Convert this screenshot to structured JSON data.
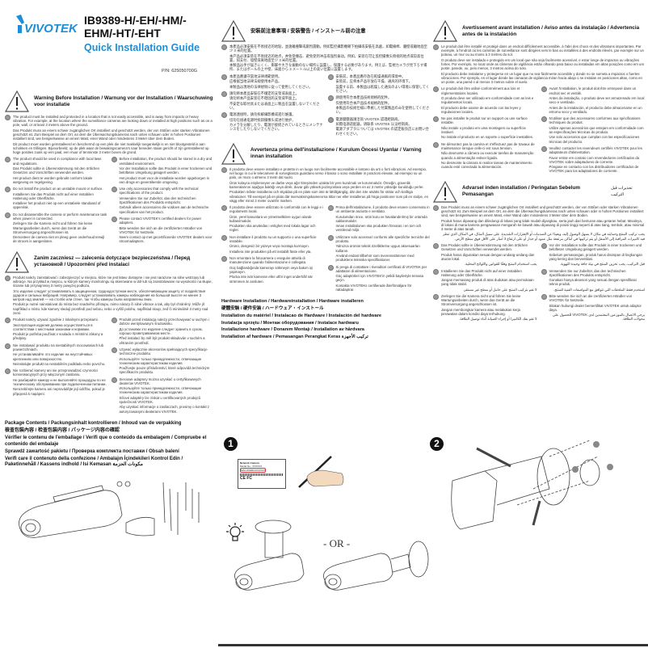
{
  "header": {
    "brand": "VIVOTEK",
    "model": "IB9389-H/-EH/-HM/-EHM/-HT/-EHT",
    "guide_title": "Quick Installation Guide",
    "part_number": "P/N: 625050700G"
  },
  "sections": [
    {
      "heading": "Warning Before Installation / Warnung vor der Installation / Waarschuwing voor installatie",
      "full": [
        [
          "The product must be installed and protected in a location that is not easily accessible, and is away from impacts or heavy vibration. For example, at the location where the surveillance cameras are looking down or installed at high positions such as on a pole, wall, or at least 3 meters above the ground.",
          "Das Produkt muss an einem schwer zugänglichen Ort installiert und geschützt werden, der von Stößen oder starken Vibrationen geschützt ist. Zum Beispiel an dem Ort, an dem die Überwachungskameras nach unten schauen oder in hohen Positionen installiert sind, wie beispielsweise an einem Mast, einer Wand oder mindestens 3 Meter über dem Boden.",
          "Dit product moet worden geïnstalleerd en beschermd op een plek die niet makkelijk toegankelijk is en niet blootgesteld is aan schokken en trillingen. Bijvoorbeeld, op de plek waar de bewakingscamera's naar beneden staan gericht of zijn geïnstalleerd op hoge posities zoals op een paal, een muur of tenminste 3 meter boven de grond."
        ]
      ],
      "left": [
        [
          "The product should be used in compliance with local laws and regulations.",
          "Das Produkt sollte in Übereinstimmung mit den örtlichen Gesetzen und Vorschriften verwendet werden.",
          "Het product dient te worden gebruikt conform lokale wetgeving en regelgeving."
        ],
        [
          "Do not install the product on an unstable mount or surface.",
          "Installieren Sie das Produkt nicht auf einer instabilen Halterung oder Oberfläche.",
          "Installeer het product niet op een onstabiele standaard of oppervlak."
        ],
        [
          "Do not disassemble the camera or perform maintenance task when power is connected.",
          "Zerlegen Sie die Kamera nicht und führen Sie keine Wartungsarbeiten durch, wenn das Gerät an die Stromversorgung angeschlossen ist.",
          "Demonteer de camera niet en pleeg geen onderhoud terwijl de stroom is aangesloten."
        ]
      ],
      "right": [
        [
          "Before installation, the product should be stored in a dry and ventilated environment.",
          "Vor der Installation sollte das Produkt in einer trockenen und belüfteten Umgebung gelagert werden.",
          "Het product moet voor de installatie worden opgeborgen in een droge en geventileerde omgeving."
        ],
        [
          "Use only accessories that comply with the technical specifications of the product.",
          "Verwenden Sie nur Zubehör, das den technischen Spezifikationen des Produkts entspricht.",
          "Gebruik alleen accessoires die voldoen aan de technische specificaties van het product."
        ],
        [
          "Please contact VIVOTEK's certified dealers for power adapters.",
          "Bitte wenden Sie sich an die zertifizierten Händler von VIVOTEK für Netzteile.",
          "Neem contact op met gecertificeerde VIVOTEK dealers voor stroomadapters."
        ]
      ]
    },
    {
      "heading": "Zanim zaczniesz — zalecenia dotyczące bezpieczeństwa / Перед установкой / Upozornění před instalací",
      "full": [
        [
          "Produkt należy zainstalować i zabezpieczyć w miejscu, które nie jest łatwo dostępne i nie jest narażone na silne wstrząsy lub wibracje. Na przykład w miejscu, w którym kamery monitoringu są skierowane w dół lub są zainstalowane na wysokości na słupie, ścianie lub przynajmniej 3 metry powyżej podłoża.",
          "Это изделие следует устанавливать в защищенном, труднодоступном месте, обеспечивающем защиту от воздействия ударов и сильных вибраций. Например, следует устанавливать камеры наблюдения на большой высоте не менее 3 метров над землей — на столбе или стене, так чтобы камеры были направлены вниз.",
          "Produkt je nutné nainstalovat do místa bez snadného přístupu, mimo nárazy či silné vibrace a tak, aby byl chráněný. Může jít například o místo, kde kamery sledují prostředí pod sebou, nebo o vyšší polohu, například sloup, zeď či minimálně 3 metry nad zemí."
        ]
      ],
      "left": [
        [
          "Produkt należy używać zgodnie z lokalnymi przepisami.",
          "Эксплуатация изделия должна осуществляться в соответствии с местными законами и нормами.",
          "Produkt je potřeba používat v souladu s místními zákony a předpisy."
        ],
        [
          "Nie instalować produktu na niestabilnych mocowaniach lub powierzchniach.",
          "Не устанавливайте это изделие на неустойчивых креплениях или поверхностях.",
          "Neinstalujte produkt na nestabilním podkladu nebo povrchu."
        ],
        [
          "Nie rozbierać kamery ani nie przeprowadzać czynności konserwacyjnych przy włączonym zasilaniu.",
          "Не разбирайте камеру и не выполняйте процедуры по ее техническому обслуживанию при подключенном питании.",
          "Nerozebírejte kameru ani neprovádějte její údržbu, pokud je připojená k napájení."
        ]
      ],
      "right": [
        [
          "Produkt przed instalacją należy przechowywać w suchym i dobrze wentylowanym środowisku.",
          "До установки это изделие следует хранить в сухом, хорошо проветриваемом месте.",
          "Před instalací by měl být produkt skladován v suchém a větraném prostředí."
        ],
        [
          "Używać wyłącznie akcesoriów spełniających specyfikacje techniczne produktu.",
          "Используйте только принадлежности, отвечающие техническим характеристикам изделия.",
          "Používejte pouze příslušenství, které odpovídá technickým specifikacím produktu."
        ],
        [
          "Sieciowe adaptery można uzyskać u certyfikowanych dealerów VIVOTEK.",
          "Используйте только принадлежности, отвечающие техническим характеристикам изделия.",
          "Síťové adaptéry lze získat u certifikovaných prodejců společnosti VIVOTEK.",
          "Aby uzyskać informacje o zasilaczach, prosimy o kontakt z autoryzowanymi dealerami VIVOTEK."
        ]
      ]
    },
    {
      "heading": "安裝前注意事項 / 安装警告 / インストール前の注意",
      "full": [
        [
          "本產品必須安裝在不易接近的地點，並遠離撞擊或劇烈震動。例如監控攝影機朝下拍攝或安裝在高處，如電線桿、牆壁或離地面至少 3 米的位置。",
          "本产品必须安装在不易接近的地点，并免受撞击、避免受到冲击或强烈振动。例如，安装在可让监控摄像头俯视的地点或较高位置，如支柱、墙壁或离地面至少 3 米的位置。",
          "本製品は手が届きにくく、衝撃や大きな振動のない場所に設置し、保護する必要があります。例えば、監視カメラが見下ろす場所、またはポールの上や壁、床面から 3 メートル以上の高い位置に設置します。"
        ]
      ],
      "left": [
        [
          "本產品應遵守當地法律規範使用。",
          "应根据当地法律法规使用本产品。",
          "本製品は現地の法律規制に従って使用してください。"
        ],
        [
          "請勿將本產品安裝在不穩定的支架或表面上。",
          "请勿将本产品安装在不稳固的支架或平面上。",
          "不安定な取付具または表面上に製品を設置しないでください。"
        ],
        [
          "電源連接時，請勿拆解攝影機或進行維護。",
          "切勿在接通电源时拆卸摄像头或进行维护。",
          "カメラを分解したり、電源が接続されているときにメンテナンスをしたりしないでください。"
        ]
      ],
      "right": [
        [
          "安裝前，本產品應存放在乾燥通風的環境中。",
          "安装前，应将本产品存放在干燥、通风的环境下。",
          "設置する前、本製品は乾燥した通気のよい環境に保管してください。"
        ],
        [
          "請使用符合本產品技術規格的配件。",
          "仅使用符合本产品技术规格的配件。",
          "本製品の技術仕様に準拠した付属製品のみを使用してください。"
        ],
        [
          "電源變壓器請洽詢 VIVOTEK 認證經銷商。",
          "如需电源适配器，请联系 VIVOTEK 认证经销商。",
          "電源アダプタについては VIVOTEK の認定販売店にお問い合わせください。"
        ]
      ]
    },
    {
      "heading": "Avvertenza prima dell'installazione / Kurulum Öncesi Uyarılar / Varning innan installation",
      "full": [
        [
          "Il prodotto deve essere installato e protetto in un luogo non facilmente accessibile e lontano da urti o forti vibrazioni. Ad esempio, nel luogo in cui le telecamere di sorveglianza guardano verso il basso o sono installate in posizioni elevate, ad esempio su un palo, un muro o almeno 3 metri dal suolo.",
          "Ürün kolayca erişilemeyen ve darbe veya ağır titreşimden uzakta bir yere kurulmalı ve korunmalıdır. Örneğin, güvenlik kameralarının aşağıya baktığı veya direk, duvar gibi yüksek pozisyonlara veya yerden en az 3 metre yükseğe kurulduğu yerler.",
          "Produkten måste installeras och skyddas på en plats som inte är lättillgänglig, där den inte utsätts för stötar och kraftiga vibrationer. Till exempel på en plats där övervakningskamerorna tittar ner eller installeras på höga positioner som på en stolpe, en vägg eller minst 3 meter ovanför marken."
        ]
      ],
      "left": [
        [
          "Il prodotto deve essere utilizzato in conformità con le leggi e i regolamenti locali.",
          "Ürün, yerel kanunlara ve yönetmeliklere uygun olarak kullanılmalıdır.",
          "Produkten ska användas i enlighet med lokala lagar och regler."
        ],
        [
          "Non installare il prodotto su un supporto o una superficie instabile.",
          "Ürünü, dengesiz bir yüzeye veya montaja kurmayın.",
          "Installera inte produkten på ett instabilt fäste eller yta."
        ],
        [
          "Non smontare la fotocamera o eseguire attività di manutenzione quando l'alimentazione è collegata.",
          "Güç bağlandığında kamerayı sökmeyin veya bakım işi yapmayın.",
          "Plocka inte isär kameran eller utför inget underhåll när strömmen är ansluten."
        ]
      ],
      "right": [
        [
          "Prima dell'installazione, il prodotto deve essere conservato in un ambiente asciutto e ventilato.",
          "Kurulumdan önce, ürün kuru ve havalandırılmış bir ortamda saklanmalıdır.",
          "Innan installationen ska produkten förvaras i en torr och ventilerad miljö."
        ],
        [
          "Utilizzare solo accessori conformi alle specifiche tecniche del prodotto.",
          "Yalnızca ürünün teknik özelliklerine uygun aksesuarları kullanın.",
          "Använd endast tillbehör som överensstämmer med produktens tekniska specifikationer."
        ],
        [
          "Si prega di contattare i rivenditori certificati di VIVOTEK per adattatori di alimentazione.",
          "Güç adaptörleri için VIVOTEK'in yetkili bayileriyle temasa geçin.",
          "Kontakta VIVOTEKs certifierade återförsäljare för nätadaptrar."
        ]
      ]
    },
    {
      "heading": "Avertissement avant installation / Aviso antes da instalação / Advertencia antes de la instalación",
      "full": [
        [
          "Le produit doit être installé et protégé dans un endroit difficilement accessible, à l'abri des chocs et des vibrations importantes. Par exemple, à l'endroit où les caméras de surveillance sont dirigées vers le bas ou installées à des endroits élevés, par exemple sur un poteau, un mur ou au moins à 3 mètres du sol.",
          "O produto deve ser instalado e protegido em um local que não seja facilmente acessível, e estar longe de impactos ou vibrações fortes. Por exemplo, no local onde as câmeras de vigilância estão olhando para baixo ou instaladas em altas posições como em um poste, parede, ou, pelo menos, 3 metros acima do solo.",
          "El producto debe instalarse y protegerse en un lugar que no sea fácilmente accesible y donde no se someta a impactos o fuertes vibraciones. Por ejemplo, en el lugar donde las cámaras de vigilancia miran hacia abajo o se instalan en posiciones altas, como en un poste, una pared o al menos 3 metros sobre el suelo."
        ]
      ],
      "left": [
        [
          "Le produit doit être utilisé conformément aux lois et réglementations locales.",
          "O produto deve ser utilizado em conformidade com as leis e regulamentos locais.",
          "El producto debe usarse de acuerdo con las leyes y regulaciones locales."
        ],
        [
          "Ne pas installer le produit sur un support ou une surface instable.",
          "Não instale o produto em uma montagem ou superfície instável.",
          "No instale el producto en un soporte o superficie inestables."
        ],
        [
          "Ne démontez pas la caméra et n'effectuez pas de travaux de maintenance lorsque celle-ci est sous tension.",
          "Não desmonte a câmera ou execute tarefas de manutenção quando a alimentação estiver ligada.",
          "No desmonte la cámara ni realice tareas de mantenimiento cuando esté conectada la alimentación."
        ]
      ],
      "right": [
        [
          "Avant l'installation, le produit doit être entreposé dans un endroit sec et ventilé.",
          "Antes da instalação, o produto deve ser armazenado em local seco e ventilado.",
          "Antes de la instalación, el producto debe almacenarse en un entorno seco y ventilado."
        ],
        [
          "N'utiliser que des accessoires conformes aux spécifications techniques du produit.",
          "Utilize apenas acessórios que estejam em conformidade com as especificações técnicas do produto.",
          "Use solo accesorios que cumplan con las especificaciones técnicas del producto."
        ],
        [
          "Veuillez contacter les revendeurs certifiés VIVOTEK pour les adaptateurs d'alimentation.",
          "Favor entrar em contato com revendedores certificados da VIVOTEK sobre adaptadores de corrente.",
          "Póngase en contacto con los distribuidores certificados de VIVOTEK para los adaptadores de corriente."
        ]
      ]
    },
    {
      "heading": "Advarsel inden installation / Peringatan Sebelum Pemasangan",
      "heading_ar": "تحذيرات قبل التركيب",
      "full": [
        [
          "Das Produkt muss an einem schwer zugänglichen Ort installiert und geschützt werden, der von Stößen oder starken Vibrationen geschützt ist. Zum Beispiel an dem Ort, an dem die Überwachungskameras nach unten schauen oder in hohen Positionen installiert sind, wie beispielsweise an einem Mast, einer Wand oder mindestens 3 Meter über dem Boden.",
          "Produk harus dipasang dan dilindungi di lokasi yang tidak mudah dijangkau, serta jauh dari benturan atau getaran hebat. Misalnya, di lokasi di mana kamera pengawasan mengarah ke bawah atau dipasang di posisi tinggi seperti di atas tiang, tembok, atau minimal 3 meter di atas tanah.",
          "يجب تركيب المنتج وحمايته في مكان لا يسهل الوصول إليه، وبعيدًا عن الصدمات أو الاهتزازات الشديدة. على سبيل المثال، في المكان الذي تنظر فيه كاميرات المراقبة إلى الأسفل أو يتم تركيبها في أماكن مرتفعة مثل عمود أو جدار أو على ارتفاع 3 أمتار على الأقل فوق سطح الأرض."
        ]
      ],
      "left": [
        [
          "Das Produkt sollte in Übereinstimmung mit den örtlichen Gesetzen und Vorschriften verwendet werden.",
          "Produk harus digunakan sesuai dengan undang-undang dan aturan lokal.",
          "يجب استخدام المنتج وفقًا للقوانين واللوائح المحلية."
        ],
        [
          "Installieren Sie das Produkt nicht auf einer instabilen Halterung oder Oberfläche.",
          "Jangan memasang produk di atas dudukan atau permukaan yang tidak stabil.",
          "لا تقم بتركيب المنتج على حامل أو سطح غير مستقر."
        ],
        [
          "Zerlegen Sie die Kamera nicht und führen Sie keine Wartungsarbeiten durch, wenn das Gerät an die Stromversorgung angeschlossen ist.",
          "Jangan membongkar kamera atau melakukan kerja perawatan dalam kondisi daya terhubung.",
          "لا تقم بفك الكاميرا أو إجراء الصيانة أثناء توصيل الطاقة."
        ]
      ],
      "right": [
        [
          "Vor der Installation sollte das Produkt in einer trockenen und belüfteten Umgebung gelagert werden.",
          "Sebelum pemasangan, produk harus disimpan di lingkungan yang kering dan berventilasi.",
          "قبل التركيب، يجب تخزين المنتج في بيئة جافة وجيدة التهوية."
        ],
        [
          "Verwenden Sie nur Zubehör, das den technischen Spezifikationen des Produkts entspricht.",
          "Gunakan hanya aksesori yang sesuai dengan spesifikasi teknis produk.",
          "استخدم فقط الملحقات التي تتوافق مع المواصفات الفنية للمنتج."
        ],
        [
          "Bitte wenden Sie sich an die zertifizierten Händler von VIVOTEK für Netzteile.",
          "Silakan hubungi dealer bersertifikat VIVOTEK untuk adaptor daya.",
          "يرجى الاتصال بالموزعين المعتمدين لدى VIVOTEK للحصول على محولات الطاقة."
        ]
      ]
    }
  ],
  "package": {
    "lines": [
      "Package Contents / Packungsinhalt kontrollieren / Inhoud van de verpakking",
      "檢查包裝內容 / 检查包装内容 / パッケージ内容の確認",
      "Vérifier le contenu de l'emballage / Verifi que o conteúdo da embalagem / Compruebe el contenido del embalaje",
      "Sprawdź zawartość pakietu / Проверка комплекта поставки / Obsah balení",
      "Verifi care il contenuto della confezione / Ambalajın İçindekileri Kontrol Edin / Paketinnehåll / Kassens indhold / Isi Kemasan  مكونات الحزمة"
    ]
  },
  "hardware": {
    "lines": [
      "Hardware Installation / Hardwareinstallation / Hardware installeren",
      "硬體安裝 / 硬件安装 / ハードウェア・インストール",
      "Installation du matériel / Instalacao de Hardware / Instalación del hardware",
      "Instalacja sprzętu / Монтаж оборудования / Instalace hardwaru",
      "Installazione hardware / Donanım Montajı / Installation av hårdvara",
      "Installation af hardware / Pemasangan Perangkat Keras  تركيب الأجهزة"
    ]
  },
  "steps": {
    "step1": "1",
    "step2": "2",
    "or_label": "- OR -"
  },
  "label": {
    "title": "Network Camera",
    "model": "Model No.: XXXXXX",
    "mac": "MAC:0002D1XXXXXX",
    "certifications": "CE FC"
  },
  "colors": {
    "accent": "#1e8ed6",
    "text": "#222222",
    "bullet": "#9a9a9a"
  }
}
